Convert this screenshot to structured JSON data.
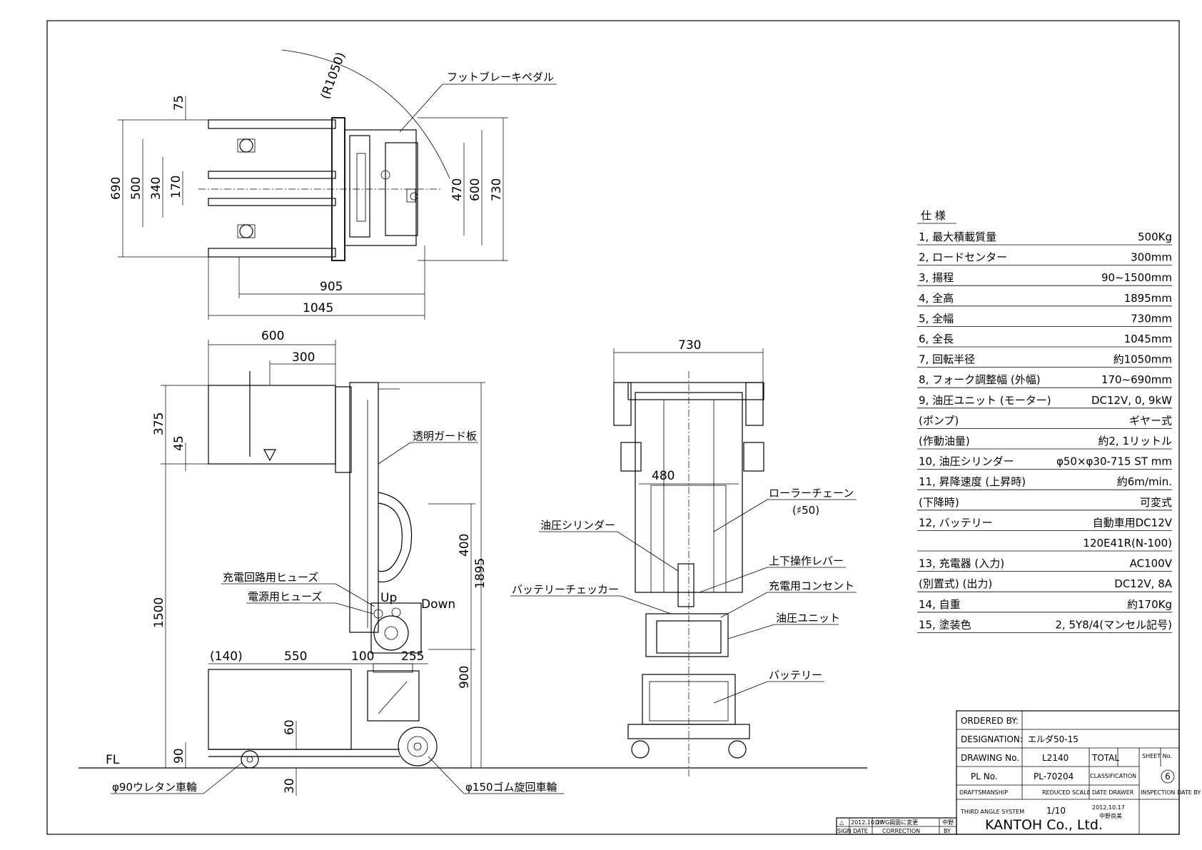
{
  "top_view": {
    "callout_brake": "フットブレーキペダル",
    "dims": {
      "d75": "75",
      "d690": "690",
      "d500": "500",
      "d340": "340",
      "d170": "170",
      "d470": "470",
      "d600": "600",
      "d730": "730",
      "d905": "905",
      "d1045": "1045",
      "radius": "(R1050)"
    }
  },
  "side_view": {
    "dims": {
      "d600": "600",
      "d300": "300",
      "d375": "375",
      "d45": "45",
      "d1500": "1500",
      "d140": "(140)",
      "d550": "550",
      "d100": "100",
      "d255": "255",
      "d60": "60",
      "d90": "90",
      "d30": "30",
      "d400": "400",
      "d900": "900",
      "d1895": "1895"
    },
    "labels": {
      "guard": "透明ガード板",
      "fuse_charge": "充電回路用ヒューズ",
      "fuse_power": "電源用ヒューズ",
      "up": "Up",
      "down": "Down",
      "fl": "FL",
      "wheel_front": "φ90ウレタン車輪",
      "wheel_rear": "φ150ゴム旋回車輪"
    }
  },
  "front_view": {
    "dims": {
      "d730": "730",
      "d480": "480"
    },
    "labels": {
      "chain": "ローラーチェーン",
      "chain_no": "(♯50)",
      "cylinder": "油圧シリンダー",
      "lever": "上下操作レバー",
      "checker": "バッテリーチェッカー",
      "outlet": "充電用コンセント",
      "unit": "油圧ユニット",
      "battery": "バッテリー"
    }
  },
  "specs": {
    "heading": "仕  様",
    "rows": [
      {
        "left": "1, 最大積載質量",
        "right": "500Kg"
      },
      {
        "left": "2, ロードセンター",
        "right": "300mm"
      },
      {
        "left": "3, 揚程",
        "right": "90~1500mm"
      },
      {
        "left": "4, 全高",
        "right": "1895mm"
      },
      {
        "left": "5, 全幅",
        "right": "730mm"
      },
      {
        "left": "6, 全長",
        "right": "1045mm"
      },
      {
        "left": "7, 回転半径",
        "right": "約1050mm"
      },
      {
        "left": "8, フォーク調整幅    (外幅)",
        "right": "170~690mm"
      },
      {
        "left": "9, 油圧ユニット  (モーター)",
        "right": "DC12V, 0, 9kW"
      },
      {
        "left": "                   (ポンプ)",
        "right": "ギヤー式"
      },
      {
        "left": "                   (作動油量)",
        "right": "約2, 1リットル"
      },
      {
        "left": "10, 油圧シリンダー",
        "right": "φ50×φ30-715 ST mm"
      },
      {
        "left": "11, 昇降速度    (上昇時)",
        "right": "約6m/min."
      },
      {
        "left": "                   (下降時)",
        "right": "可変式"
      },
      {
        "left": "12, バッテリー",
        "right": "自動車用DC12V"
      },
      {
        "left": "",
        "right": "120E41R(N-100)"
      },
      {
        "left": "13, 充電器      (入力)",
        "right": "AC100V"
      },
      {
        "left": "    (別置式)    (出力)",
        "right": "DC12V, 8A"
      },
      {
        "left": "14, 自重",
        "right": "約170Kg"
      },
      {
        "left": "15, 塗装色",
        "right": "2, 5Y8/4(マンセル記号)"
      }
    ]
  },
  "title_block": {
    "ordered_by_label": "ORDERED BY:",
    "designation_label": "DESIGNATION:",
    "designation_value": "エルダ50-15",
    "drawing_no_label": "DRAWING No.",
    "drawing_no_value": "L2140",
    "total_label": "TOTAL",
    "sheet_label": "SHEET No.",
    "pl_no_label": "PL No.",
    "pl_no_value": "PL-70204",
    "classification_label": "CLASSIFICATION",
    "sheet_no_value": "6",
    "draftsmanship_label": "DRAFTSMANSHIP",
    "reduced_scale_label": "REDUCED SCALE",
    "date_drawer_label": "DATE DRAWER",
    "inspection_label": "INSPECTION DATE BY",
    "third_angle_label": "THIRD ANGLE SYSTEM",
    "scale_value": "1/10",
    "date_value": "2012.10.17",
    "drawer_value": "中野良美",
    "company": "KANTOH Co., Ltd."
  },
  "revision": {
    "mark": "△",
    "date": "2012.10.17",
    "correction": "DWG図面に変更",
    "by": "中野",
    "sign_label": "SIGN",
    "date_label": "DATE",
    "correction_label": "CORRECTION",
    "by_label": "BY"
  }
}
